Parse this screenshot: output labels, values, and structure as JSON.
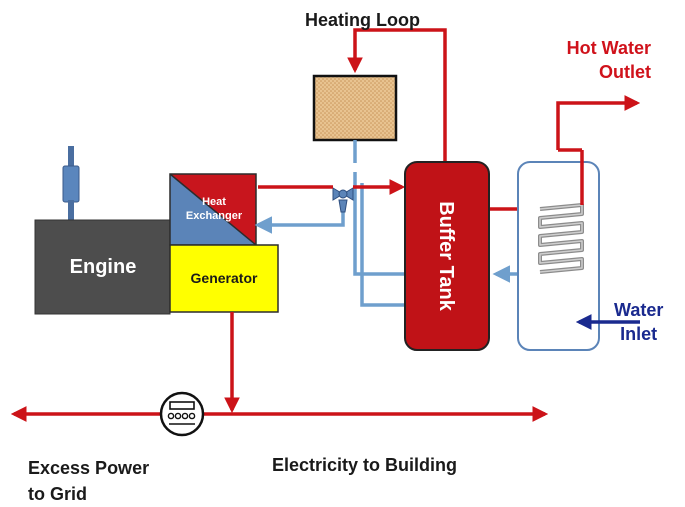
{
  "labels": {
    "heating_loop": "Heating Loop",
    "hot_water_outlet": "Hot Water\nOutlet",
    "water_inlet": "Water\nInlet",
    "excess_power": "Excess Power\nto Grid",
    "electricity_to_building": "Electricity to Building"
  },
  "components": {
    "engine": "Engine",
    "heat_exchanger_line1": "Heat",
    "heat_exchanger_line2": "Exchanger",
    "generator": "Generator",
    "buffer_tank": "Buffer Tank"
  },
  "colors": {
    "hot_pipe": "#cc1318",
    "cold_pipe": "#6f9fcd",
    "engine": "#4d4d4d",
    "generator": "#ffff00",
    "buffer_tank": "#c01217",
    "heat_exchanger_hot": "#c8151d",
    "heat_exchanger_cold": "#5b84b8",
    "radiator": "#e8c390",
    "inlet_arrow": "#1a2a8f"
  }
}
